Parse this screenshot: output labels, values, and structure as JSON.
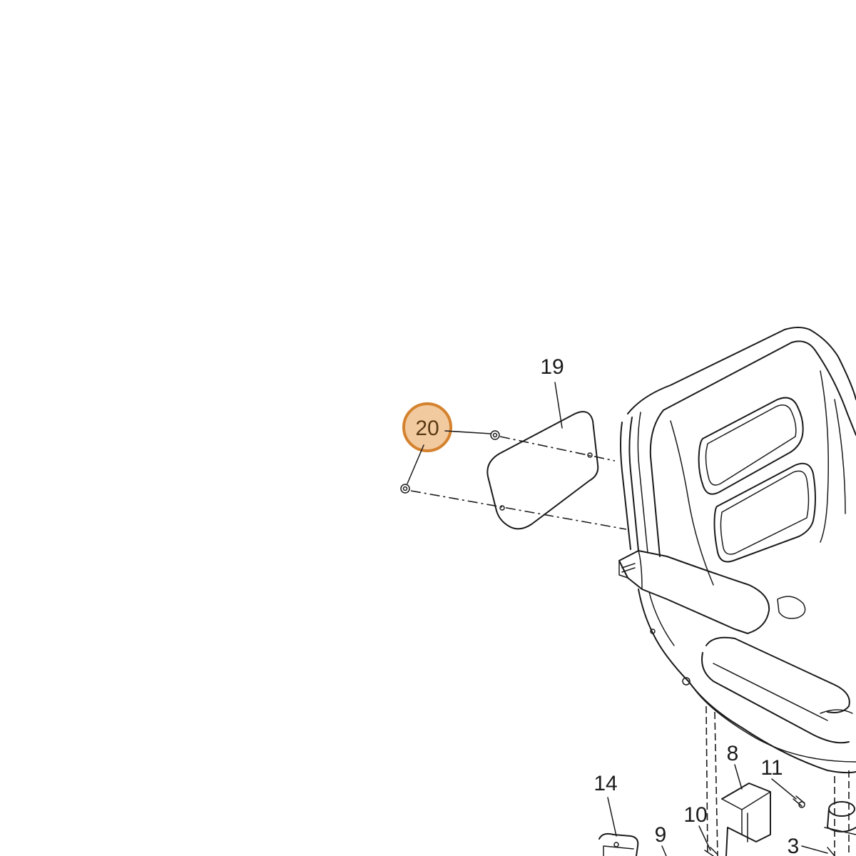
{
  "highlight": {
    "color_fill": "#f2caa0",
    "color_stroke": "#d4822e",
    "part": "20"
  },
  "callouts": {
    "c20": "20",
    "c19": "19",
    "c14": "14",
    "c9": "9",
    "c10": "10",
    "c8": "8",
    "c11": "11",
    "c3": "3"
  }
}
